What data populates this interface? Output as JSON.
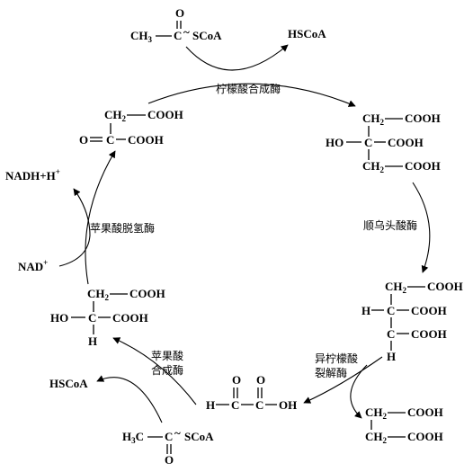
{
  "acetyl_coa_top": {
    "ch3": "CH",
    "ch3_sub": "3",
    "c": "C",
    "o": "O",
    "tilde": "~",
    "scoa": "SCoA"
  },
  "hscoa_top": "HSCoA",
  "enzyme_citrate_synthase": "柠檬酸合成酶",
  "oxaloacetate": {
    "ch2": "CH",
    "ch2_sub": "2",
    "cooh_1": "COOH",
    "o": "O",
    "c": "C",
    "cooh_2": "COOH"
  },
  "citrate": {
    "ch2_top": "CH",
    "ch2_top_sub": "2",
    "cooh_1": "COOH",
    "ho": "HO",
    "c": "C",
    "cooh_2": "COOH",
    "ch2_bottom": "CH",
    "ch2_bottom_sub": "2",
    "cooh_3": "COOH"
  },
  "enzyme_aconitase": "顺乌头酸酶",
  "isocitrate": {
    "ch2": "CH",
    "ch2_sub": "2",
    "cooh_1": "COOH",
    "h_left": "H",
    "c1": "C",
    "cooh_2": "COOH",
    "c2": "C",
    "cooh_3": "COOH",
    "h_bottom": "H"
  },
  "enzyme_isocitrate_lyase": [
    "异柠檬酸",
    "裂解酶"
  ],
  "succinate": {
    "ch2_top": "CH",
    "ch2_top_sub": "2",
    "cooh_1": "COOH",
    "ch2_bottom": "CH",
    "ch2_bottom_sub": "2",
    "cooh_2": "COOH"
  },
  "glyoxylate": {
    "h": "H",
    "c1": "C",
    "o1": "O",
    "c2": "C",
    "o2": "O",
    "oh": "OH"
  },
  "acetyl_coa_bottom": {
    "h3c": "H",
    "h3c_sub": "3",
    "h3c_c": "C",
    "c": "C",
    "o": "O",
    "tilde": "~",
    "scoa": "SCoA"
  },
  "hscoa_bottom": "HSCoA",
  "enzyme_malate_synthase": [
    "苹果酸",
    "合成酶"
  ],
  "malate": {
    "ch2": "CH",
    "ch2_sub": "2",
    "cooh_1": "COOH",
    "ho": "HO",
    "c": "C",
    "cooh_2": "COOH",
    "h": "H"
  },
  "enzyme_malate_dehydrogenase": "苹果酸脱氢酶",
  "nad": "NAD",
  "nad_sup": "+",
  "nadh": "NADH+H",
  "nadh_sup": "+"
}
